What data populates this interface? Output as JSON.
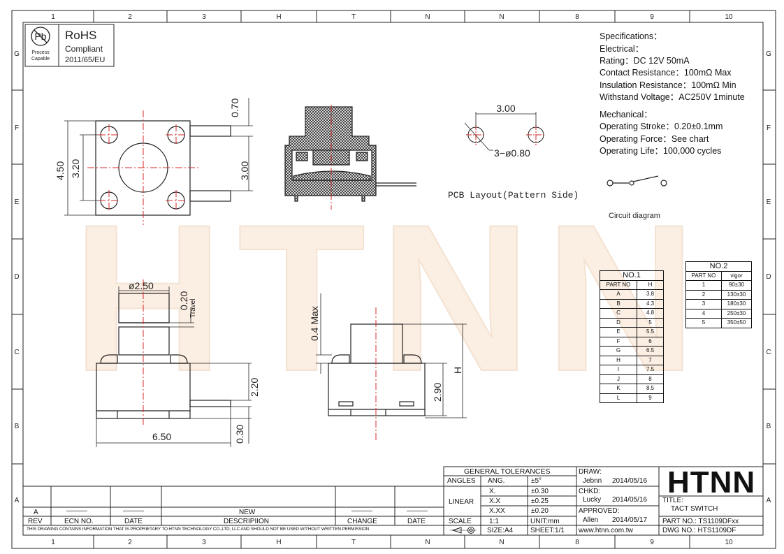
{
  "rohs": {
    "pb_symbol": "Pb",
    "process_line1": "Process",
    "process_line2": "Capable",
    "title": "RoHS",
    "line2": "Compliant",
    "line3": "2011/65/EU"
  },
  "watermark": "HTNN",
  "grid": {
    "columns": [
      "1",
      "2",
      "3",
      "H",
      "T",
      "N",
      "N",
      "8",
      "9",
      "10"
    ],
    "rows": [
      "G",
      "F",
      "E",
      "D",
      "C",
      "B",
      "A"
    ]
  },
  "specifications": [
    "Specifications：",
    "Electrical：",
    "Rating：DC 12V 50mA",
    "Contact Resistance：100mΩ Max",
    "Insulation Resistance：100mΩ Min",
    "Withstand Voltage：AC250V 1minute",
    "Mechanical：",
    "Operating Stroke：0.20±0.1mm",
    "Operating Force：See chart",
    "Operating Life：100,000 cycles"
  ],
  "dimensions": {
    "top_0_70": "0.70",
    "top_4_50": "4.50",
    "top_3_20": "3.20",
    "top_3_00": "3.00",
    "pcb_3_00": "3.00",
    "pcb_holes": "3−ø0.80",
    "pcb_label": "PCB Layout(Pattern Side)",
    "side_d250": "ø2.50",
    "side_0_20": "0.20",
    "side_travel": "Travel",
    "side_2_20": "2.20",
    "side_0_30": "0.30",
    "side_6_50": "6.50",
    "front_04max": "0.4 Max",
    "front_2_90": "2.90",
    "front_H": "H"
  },
  "circuit_label": "Circuit diagram",
  "table1": {
    "title": "NO.1",
    "headers": [
      "PART NO",
      "H"
    ],
    "rows": [
      [
        "A",
        "3.8"
      ],
      [
        "B",
        "4.3"
      ],
      [
        "C",
        "4.8"
      ],
      [
        "D",
        "5"
      ],
      [
        "E",
        "5.5"
      ],
      [
        "F",
        "6"
      ],
      [
        "G",
        "6.5"
      ],
      [
        "H",
        "7"
      ],
      [
        "I",
        "7.5"
      ],
      [
        "J",
        "8"
      ],
      [
        "K",
        "8.5"
      ],
      [
        "L",
        "9"
      ]
    ]
  },
  "table2": {
    "title": "NO.2",
    "headers": [
      "PART NO",
      "vigor"
    ],
    "rows": [
      [
        "1",
        "90±30"
      ],
      [
        "2",
        "130±30"
      ],
      [
        "3",
        "180±30"
      ],
      [
        "4",
        "250±30"
      ],
      [
        "5",
        "350±50"
      ]
    ]
  },
  "revision": {
    "rev_value": "A",
    "dash": "———",
    "new": "NEW",
    "rev": "REV",
    "ecn": "ECN NO.",
    "date": "DATE",
    "desc": "DESCRIPIION",
    "change": "CHANGE",
    "date2": "DATE",
    "notice": "THIS DRAWING CONTAINS INFORMATION THAT IS PROPRIETARY TO HTNN TECHNOLOGY CO.,LTD, LLC AND SHOULD  NOT BE USED WITHOUT WRITTEN PERMISSION"
  },
  "tolerances": {
    "title": "GENERAL TOLERANCES",
    "angles": "ANGLES",
    "ang": "ANG.",
    "ang_val": "±5°",
    "linear": "LINEAR",
    "x1": "X.",
    "x1_val": "±0.30",
    "x2": "X.X",
    "x2_val": "±0.25",
    "x3": "X.XX",
    "x3_val": "±0.20",
    "scale": "SCALE",
    "scale_val": "1:1",
    "unit": "UNIT:mm",
    "size": "SIZE:A4",
    "sheet": "SHEET:1/1"
  },
  "approval": {
    "draw": "DRAW:",
    "draw_name": "Jebnn",
    "draw_date": "2014/05/16",
    "chkd": "CHKD:",
    "chkd_name": "Lucky",
    "chkd_date": "2014/05/16",
    "approved": "APPROVED:",
    "approved_name": "Allen",
    "approved_date": "2014/05/17",
    "website": "www.htnn.com.tw"
  },
  "titleblock": {
    "logo": "HTNN",
    "title_label": "TITLE:",
    "title_value": "TACT SWITCH",
    "part_no": "PART NO.: TS1109DFxx",
    "dwg_no": "DWG  NO.: HTS1109DF"
  }
}
